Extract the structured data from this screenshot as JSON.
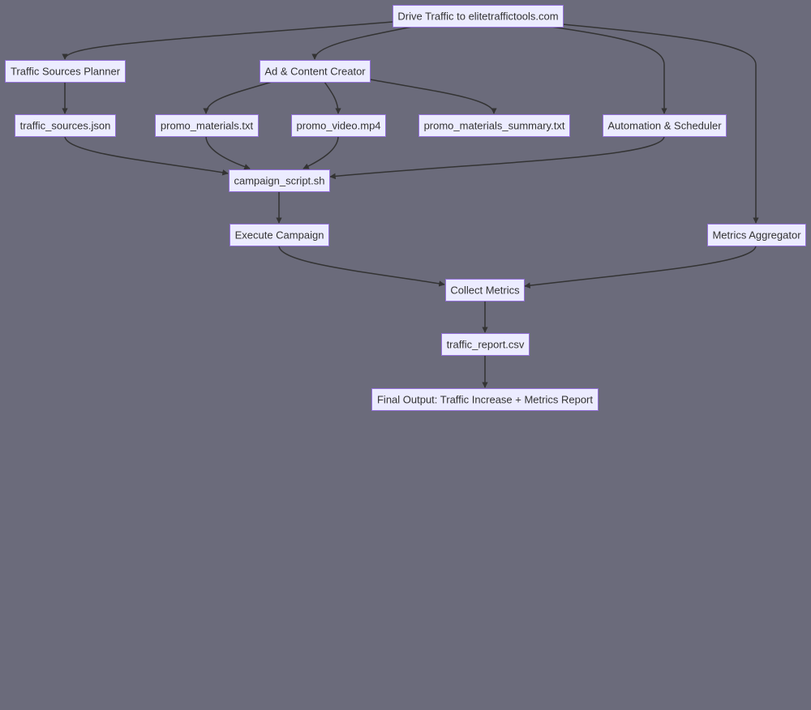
{
  "diagram": {
    "type": "flowchart",
    "colors": {
      "background": "#6b6b7b",
      "node_fill": "#ececff",
      "node_border": "#9370db",
      "edge": "#333333",
      "text": "#333333"
    },
    "nodes": [
      {
        "id": "A",
        "label": "Drive Traffic to elitetraffictools.com"
      },
      {
        "id": "B",
        "label": "Traffic Sources Planner"
      },
      {
        "id": "C",
        "label": "Ad & Content Creator"
      },
      {
        "id": "D",
        "label": "traffic_sources.json"
      },
      {
        "id": "E",
        "label": "promo_materials.txt"
      },
      {
        "id": "F",
        "label": "promo_video.mp4"
      },
      {
        "id": "G",
        "label": "promo_materials_summary.txt"
      },
      {
        "id": "H",
        "label": "Automation & Scheduler"
      },
      {
        "id": "I",
        "label": "campaign_script.sh"
      },
      {
        "id": "J",
        "label": "Execute Campaign"
      },
      {
        "id": "K",
        "label": "Metrics Aggregator"
      },
      {
        "id": "L",
        "label": "Collect Metrics"
      },
      {
        "id": "M",
        "label": "traffic_report.csv"
      },
      {
        "id": "N",
        "label": "Final Output: Traffic Increase + Metrics Report"
      }
    ],
    "edges": [
      {
        "from": "A",
        "to": "B"
      },
      {
        "from": "A",
        "to": "C"
      },
      {
        "from": "A",
        "to": "H"
      },
      {
        "from": "A",
        "to": "K"
      },
      {
        "from": "B",
        "to": "D"
      },
      {
        "from": "C",
        "to": "E"
      },
      {
        "from": "C",
        "to": "F"
      },
      {
        "from": "C",
        "to": "G"
      },
      {
        "from": "D",
        "to": "I"
      },
      {
        "from": "E",
        "to": "I"
      },
      {
        "from": "F",
        "to": "I"
      },
      {
        "from": "H",
        "to": "I"
      },
      {
        "from": "I",
        "to": "J"
      },
      {
        "from": "J",
        "to": "L"
      },
      {
        "from": "K",
        "to": "L"
      },
      {
        "from": "L",
        "to": "M"
      },
      {
        "from": "M",
        "to": "N"
      }
    ]
  }
}
